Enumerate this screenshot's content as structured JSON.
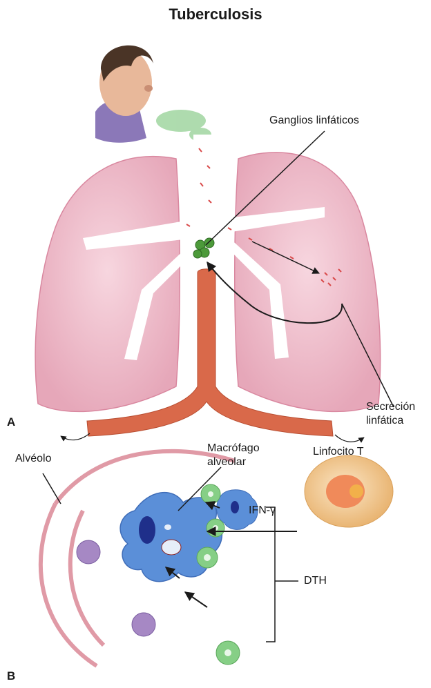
{
  "title": "Tuberculosis",
  "panels": {
    "a": "A",
    "b": "B"
  },
  "labels": {
    "ganglios": "Ganglios linfáticos",
    "secrecion_1": "Secreción",
    "secrecion_2": "linfática",
    "alveolo": "Alvéolo",
    "macrofago_1": "Macrófago",
    "macrofago_2": "alveolar",
    "linfocito": "Linfocito T",
    "ifn": "IFN-γ",
    "dth": "DTH"
  },
  "colors": {
    "lung": "#f1c4d1",
    "lung_edge": "#d9879f",
    "trachea": "#d9694a",
    "macrophage": "#5b8fd8",
    "lymphocyte": "#f2c98a",
    "green_cell": "#86cf86",
    "purple_cell": "#a688c4"
  }
}
